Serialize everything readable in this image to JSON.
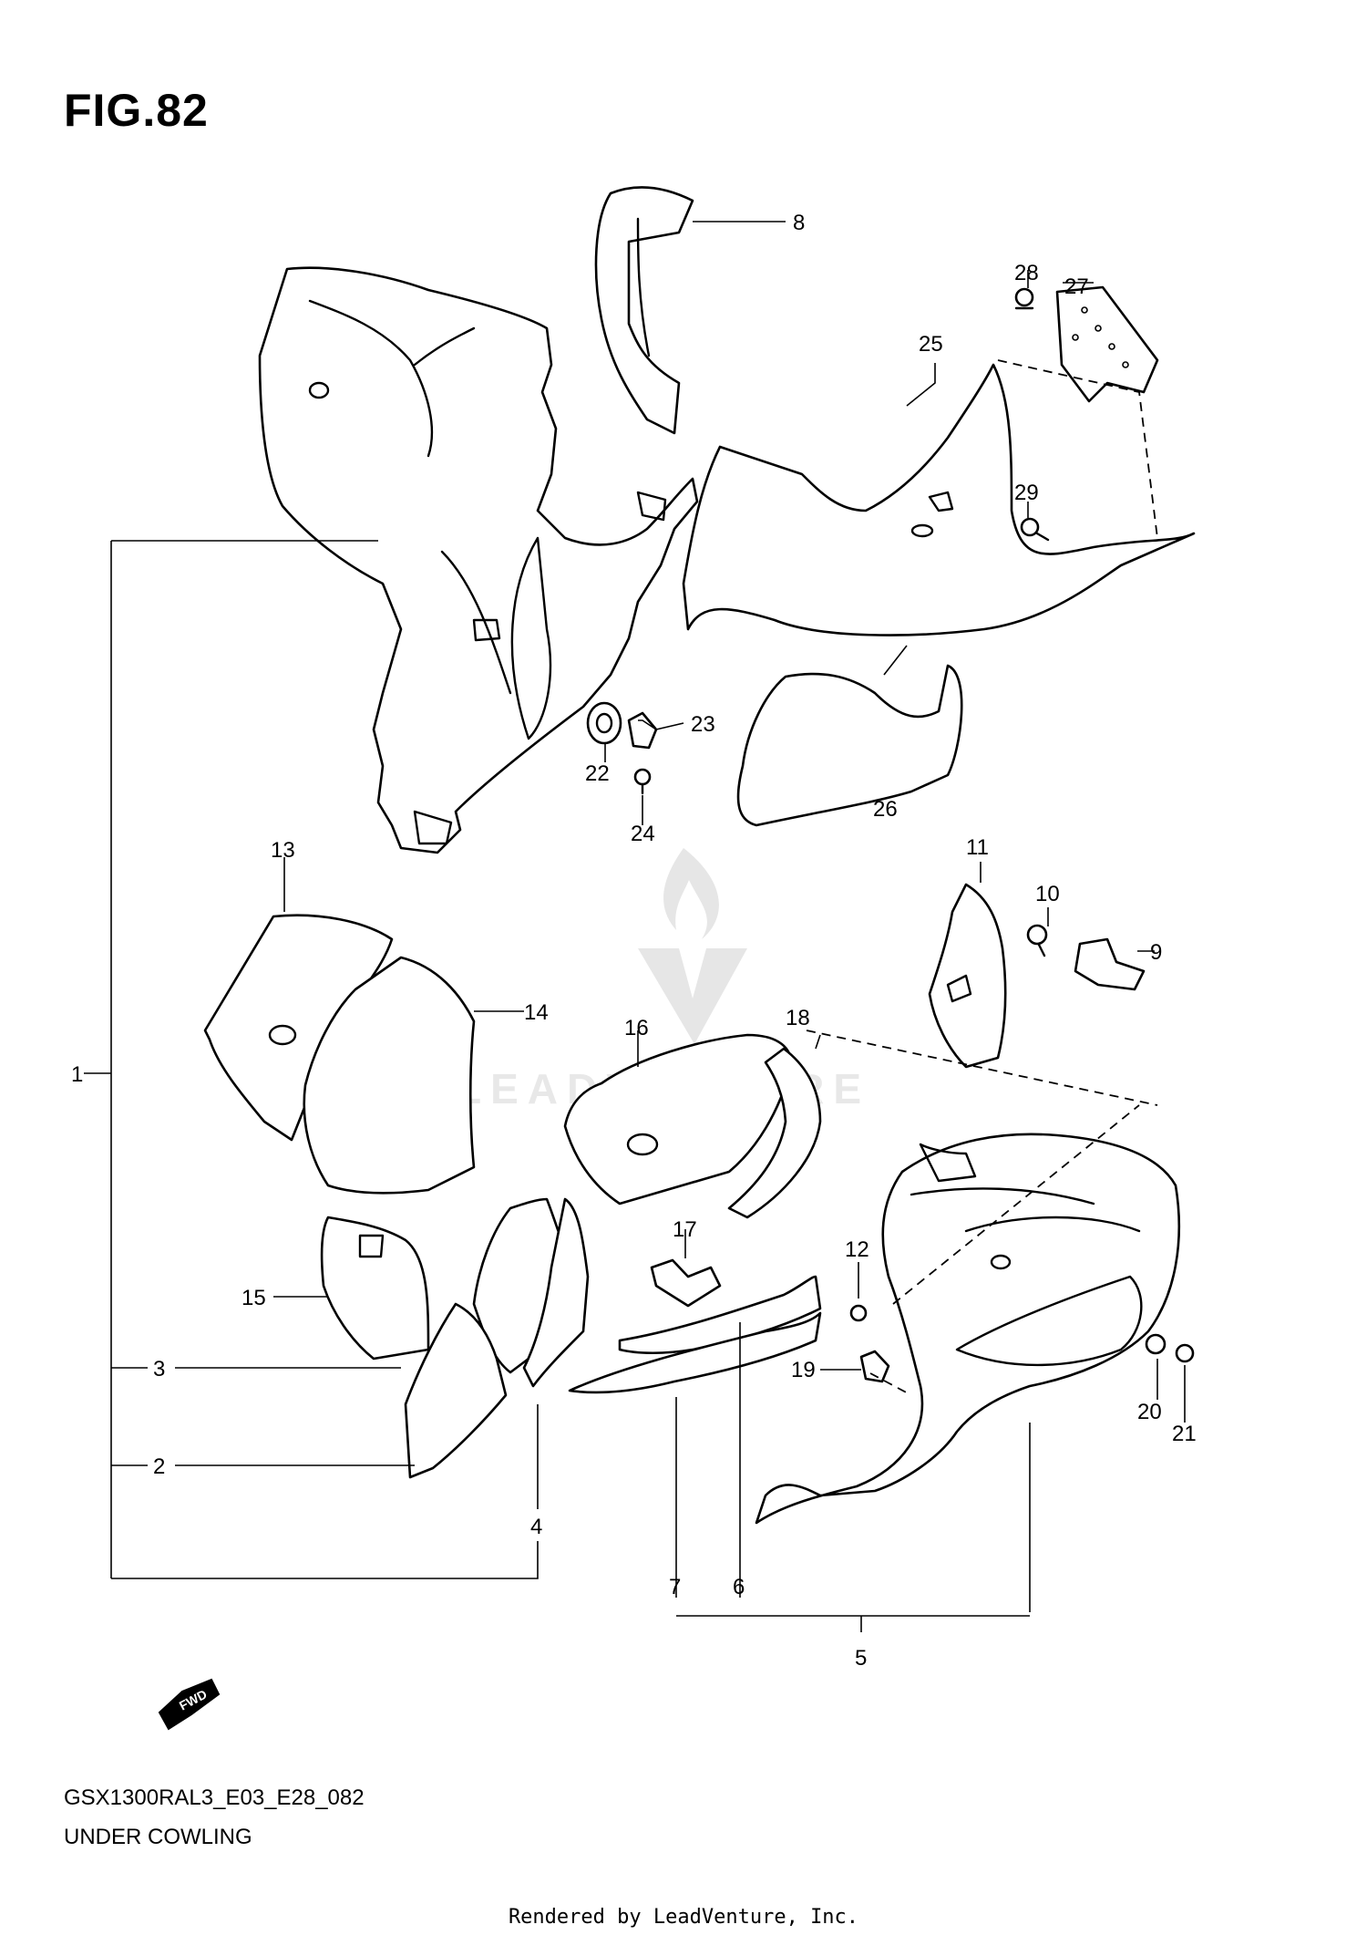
{
  "figure": {
    "title": "FIG.82",
    "model_code": "GSX1300RAL3_E03_E28_082",
    "section_name": "UNDER COWLING",
    "rendered_by": "Rendered by LeadVenture, Inc.",
    "watermark_text": "LEADVENTURE",
    "direction_marker": "FWD"
  },
  "callouts": [
    {
      "id": "1",
      "label": "1"
    },
    {
      "id": "2",
      "label": "2"
    },
    {
      "id": "3",
      "label": "3"
    },
    {
      "id": "4",
      "label": "4"
    },
    {
      "id": "5",
      "label": "5"
    },
    {
      "id": "6",
      "label": "6"
    },
    {
      "id": "7",
      "label": "7"
    },
    {
      "id": "8",
      "label": "8"
    },
    {
      "id": "9",
      "label": "9"
    },
    {
      "id": "10",
      "label": "10"
    },
    {
      "id": "11",
      "label": "11"
    },
    {
      "id": "12",
      "label": "12"
    },
    {
      "id": "13",
      "label": "13"
    },
    {
      "id": "14",
      "label": "14"
    },
    {
      "id": "15",
      "label": "15"
    },
    {
      "id": "16",
      "label": "16"
    },
    {
      "id": "17",
      "label": "17"
    },
    {
      "id": "18",
      "label": "18"
    },
    {
      "id": "19",
      "label": "19"
    },
    {
      "id": "20",
      "label": "20"
    },
    {
      "id": "21",
      "label": "21"
    },
    {
      "id": "22",
      "label": "22"
    },
    {
      "id": "23",
      "label": "23"
    },
    {
      "id": "24",
      "label": "24"
    },
    {
      "id": "25",
      "label": "25"
    },
    {
      "id": "26",
      "label": "26"
    },
    {
      "id": "27",
      "label": "27"
    },
    {
      "id": "28",
      "label": "28"
    },
    {
      "id": "29",
      "label": "29"
    }
  ]
}
